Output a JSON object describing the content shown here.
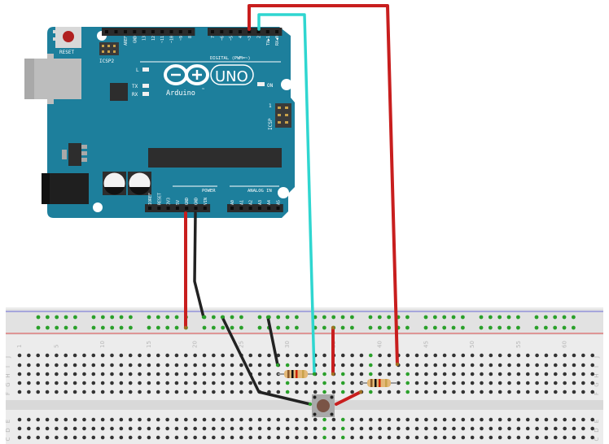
{
  "board": {
    "name": "UNO",
    "brand": "Arduino",
    "trademark": "™",
    "reset_label": "RESET",
    "icsp2_label": "ICSP2",
    "icsp_label": "ICSP",
    "icsp_pin1": "1",
    "led_l": "L",
    "led_tx": "TX",
    "led_rx": "RX",
    "led_on": "ON",
    "digital_label": "DIGITAL (PWM=~)",
    "power_label": "POWER",
    "analog_label": "ANALOG IN",
    "digital_pins_left": [
      "AREF",
      "GND",
      "13",
      "12",
      "~11",
      "~10",
      "~9",
      "8"
    ],
    "digital_pins_right": [
      "7",
      "~6",
      "~5",
      "4",
      "~3",
      "2",
      "TX▶1",
      "RX◀0"
    ],
    "power_pins": [
      "IOREF",
      "RESET",
      "3V3",
      "5V",
      "GND",
      "GND",
      "VIN"
    ],
    "analog_pins": [
      "A0",
      "A1",
      "A2",
      "A3",
      "A4",
      "A5"
    ],
    "colors": {
      "pcb": "#1d7f9c",
      "header": "#2b2b2b",
      "chip": "#2d2d2d"
    }
  },
  "breadboard": {
    "column_labels": [
      "1",
      "5",
      "10",
      "15",
      "20",
      "25",
      "30",
      "35",
      "40",
      "45",
      "50",
      "55",
      "60"
    ],
    "top_rows": [
      "J",
      "I",
      "H",
      "G",
      "F"
    ],
    "bottom_rows": [
      "E",
      "D",
      "C"
    ],
    "colors": {
      "rail_negative": "#6b6bd6",
      "rail_positive": "#d94a4a",
      "hole": "#333333",
      "active_hole": "#2aa02a"
    }
  },
  "components": {
    "resistor_1": {
      "bands": [
        "#8b5a2b",
        "#111111",
        "#cc2200",
        "#c9a24a"
      ]
    },
    "resistor_2": {
      "bands": [
        "#8b5a2b",
        "#111111",
        "#cc2200",
        "#c9a24a"
      ]
    },
    "pushbutton": {
      "label": "pushbutton"
    }
  },
  "wires": [
    {
      "id": "5v-to-rail",
      "color": "#c81e1e"
    },
    {
      "id": "gnd-to-rail",
      "color": "#222222"
    },
    {
      "id": "pin2-signal",
      "color": "#2fd6d0"
    },
    {
      "id": "pin3-signal",
      "color": "#c81e1e"
    }
  ]
}
